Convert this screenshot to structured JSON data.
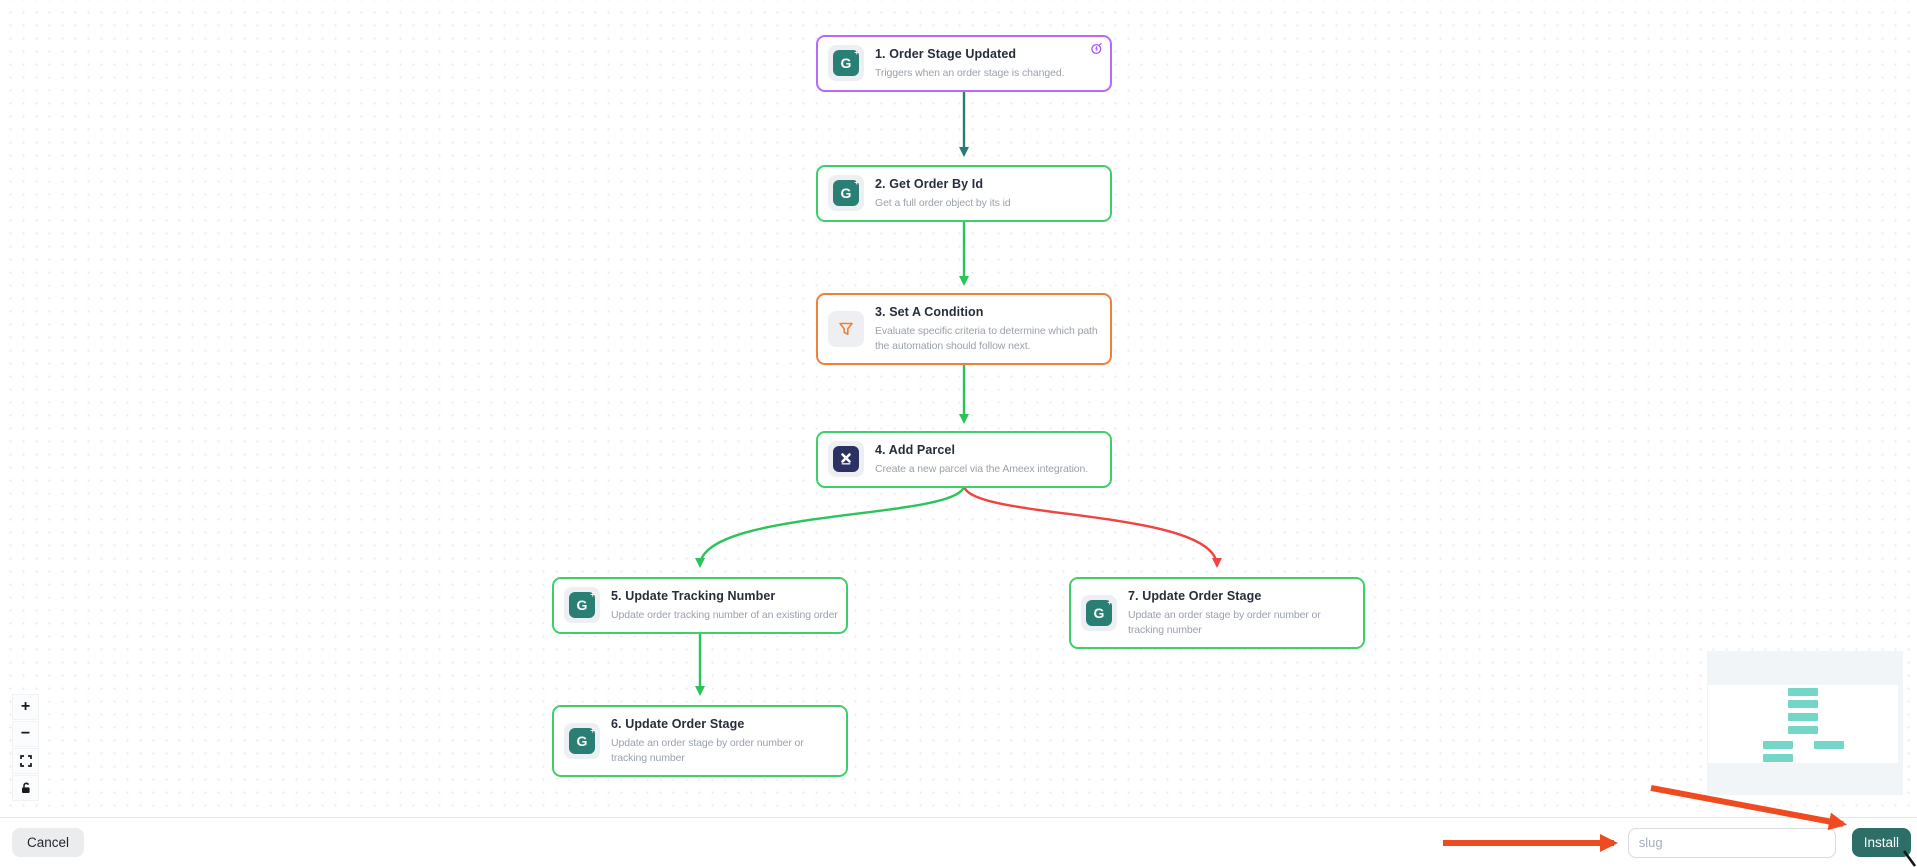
{
  "canvas": {
    "icon_letter": "G",
    "nodes": [
      {
        "title": "1. Order Stage Updated",
        "subtitle": "Triggers when an order stage is changed.",
        "icon": "g-plus-logo",
        "accent_color": "#b76af8",
        "badge": "instant-trigger"
      },
      {
        "title": "2. Get Order By Id",
        "subtitle": "Get a full order object by its id",
        "icon": "g-plus-logo",
        "accent_color": "#3ecf6b"
      },
      {
        "title": "3. Set A Condition",
        "subtitle": "Evaluate specific criteria to determine which path the automation should follow next.",
        "icon": "funnel",
        "accent_color": "#ef8038"
      },
      {
        "title": "4. Add Parcel",
        "subtitle": "Create a new parcel via the Ameex integration.",
        "icon": "ameex-x",
        "accent_color": "#3ecf6b"
      },
      {
        "title": "5. Update Tracking Number",
        "subtitle": "Update order tracking number of an existing order",
        "icon": "g-plus-logo",
        "accent_color": "#3ecf6b"
      },
      {
        "title": "6. Update Order Stage",
        "subtitle": "Update an order stage by order number or tracking number",
        "icon": "g-plus-logo",
        "accent_color": "#3ecf6b"
      },
      {
        "title": "7. Update Order Stage",
        "subtitle": "Update an order stage by order number or tracking number",
        "icon": "g-plus-logo",
        "accent_color": "#3ecf6b"
      }
    ],
    "connections": [
      {
        "from": 1,
        "to": 2,
        "color": "#2a7d74"
      },
      {
        "from": 2,
        "to": 3,
        "color": "#2bc458"
      },
      {
        "from": 3,
        "to": 4,
        "color": "#2bc458"
      },
      {
        "from": 4,
        "to": 5,
        "color": "#2bc458"
      },
      {
        "from": 4,
        "to": 7,
        "color": "#ef4444"
      },
      {
        "from": 5,
        "to": 6,
        "color": "#2bc458"
      }
    ]
  },
  "zoom_controls": {
    "zoom_in": "+",
    "zoom_out": "−"
  },
  "minimap": {
    "node_count": 7,
    "bar_color": "#74d6c6"
  },
  "footer": {
    "cancel": "Cancel",
    "slug_placeholder": "slug",
    "install": "Install"
  },
  "annotations": {
    "color": "#f04a21",
    "targets": [
      "slug-input",
      "install-button"
    ]
  },
  "colors": {
    "trigger_purple": "#b76af8",
    "success_green": "#3ecf6b",
    "condition_orange": "#ef8038",
    "error_red": "#ef4444",
    "brand_teal": "#2a7f74",
    "install_button": "#2d6f68"
  }
}
